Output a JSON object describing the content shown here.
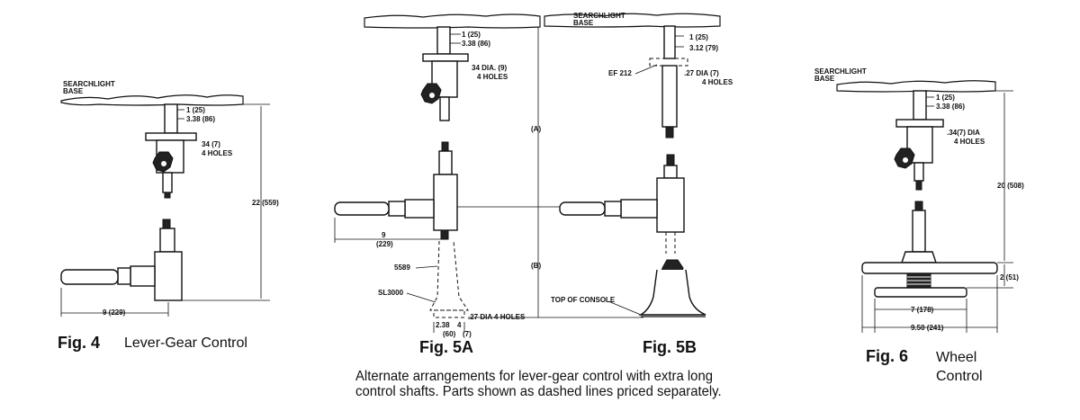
{
  "fig4": {
    "number": "Fig. 4",
    "name": "Lever-Gear Control",
    "base_label": [
      "SEARCHLIGHT",
      "BASE"
    ],
    "dim_top1": "1 (25)",
    "dim_top2": "3.38 (86)",
    "holes": [
      "34 (7)",
      "4 HOLES"
    ],
    "height_dim": "22 (559)",
    "width_dim": "9 (229)"
  },
  "fig5": {
    "base_label": [
      "SEARCHLIGHT",
      "BASE"
    ],
    "a_dim_top1": "1 (25)",
    "a_dim_top2": "3.38 (86)",
    "a_holes": [
      "34 DIA. (9)",
      "4 HOLES"
    ],
    "b_dim_top1": "1 (25)",
    "b_dim_top2": "3.12 (79)",
    "b_part": "EF 212",
    "b_holes": [
      ".27 DIA (7)",
      "4 HOLES"
    ],
    "dim_a": "(A)",
    "dim_b": "(B)",
    "width_dim": [
      "9",
      "(229)"
    ],
    "part_5589": "5589",
    "part_sl3000": "SL3000",
    "bottom_dim1": [
      "2.38",
      "(60)"
    ],
    "bottom_dim2": [
      "4",
      "(7)"
    ],
    "bottom_holes": ".27 DIA 4 HOLES",
    "top_of_console": "TOP OF CONSOLE",
    "fig5a_number": "Fig. 5A",
    "fig5b_number": "Fig. 5B"
  },
  "fig6": {
    "number": "Fig. 6",
    "name": [
      "Wheel",
      "Control"
    ],
    "base_label": [
      "SEARCHLIGHT",
      "BASE"
    ],
    "dim_top1": "1 (25)",
    "dim_top2": "3.38 (86)",
    "holes": [
      ".34(7) DIA",
      "4 HOLES"
    ],
    "height_dim": "20 (508)",
    "small_dim": "2 (51)",
    "inner_dim": "7 (178)",
    "width_dim": "9.50 (241)"
  },
  "caption": [
    "Alternate arrangements for lever-gear control with extra long",
    "control shafts.  Parts shown as dashed lines priced separately."
  ]
}
